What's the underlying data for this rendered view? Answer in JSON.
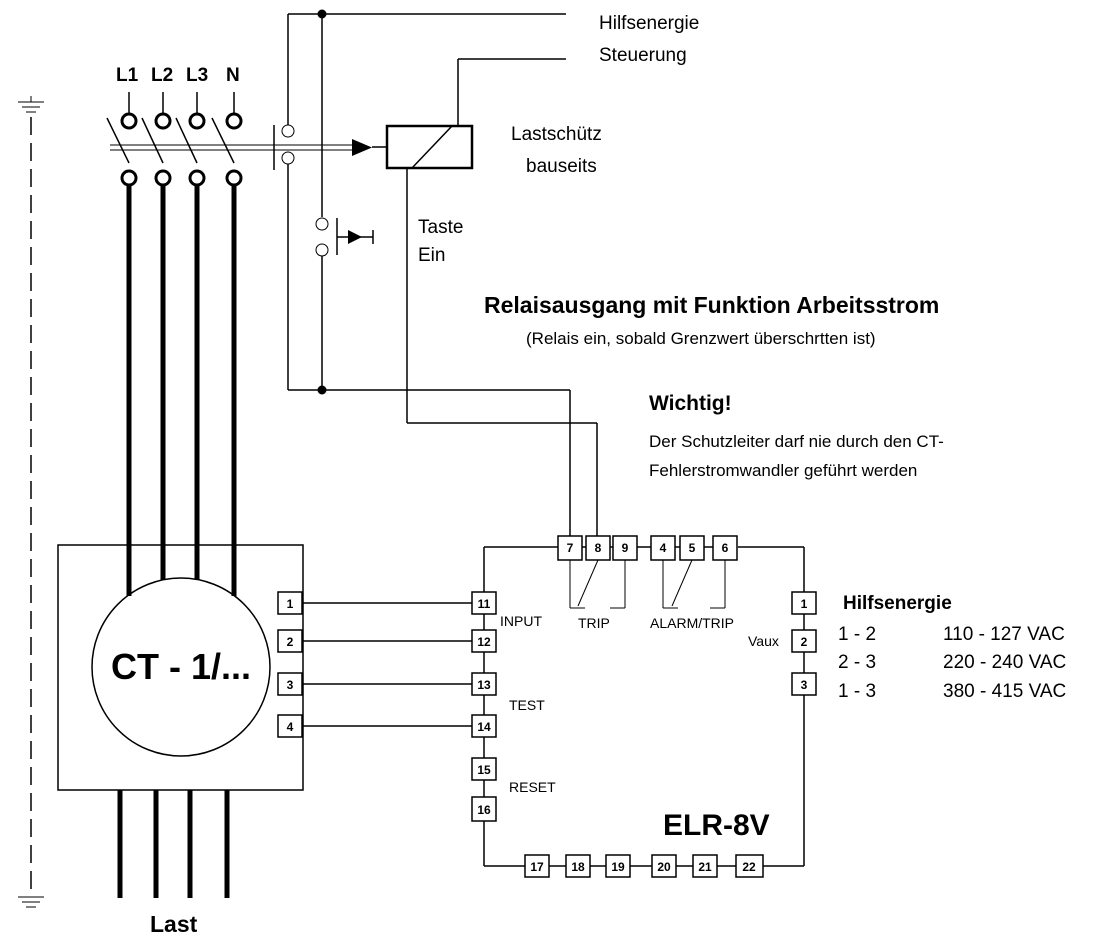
{
  "phases": {
    "l1": "L1",
    "l2": "L2",
    "l3": "L3",
    "n": "N"
  },
  "supply": {
    "hilfsenergie": "Hilfsenergie",
    "steuerung": "Steuerung"
  },
  "contactor": {
    "line1": "Lastschütz",
    "line2": "bauseits"
  },
  "button": {
    "line1": "Taste",
    "line2": "Ein"
  },
  "relay_note": {
    "title": "Relaisausgang mit Funktion Arbeitsstrom",
    "subtitle": "(Relais ein, sobald Grenzwert überschrtten ist)"
  },
  "important": {
    "title": "Wichtig!",
    "line1": "Der Schutzleiter darf nie durch den CT-",
    "line2": "Fehlerstromwandler geführt werden"
  },
  "ct": {
    "label": "CT - 1/...",
    "terminals": [
      "1",
      "2",
      "3",
      "4"
    ]
  },
  "device": {
    "name": "ELR-8V",
    "top_terminals": [
      "7",
      "8",
      "9",
      "4",
      "5",
      "6"
    ],
    "left_terminals": [
      "11",
      "12",
      "13",
      "14",
      "15",
      "16"
    ],
    "right_terminals": [
      "1",
      "2",
      "3"
    ],
    "bottom_terminals": [
      "17",
      "18",
      "19",
      "20",
      "21",
      "22"
    ],
    "labels": {
      "input": "INPUT",
      "test": "TEST",
      "reset": "RESET",
      "trip": "TRIP",
      "alarm_trip": "ALARM/TRIP",
      "vaux": "Vaux"
    }
  },
  "aux_power": {
    "title": "Hilfsenergie",
    "rows": [
      {
        "terminals": "1 - 2",
        "voltage": "110 - 127 VAC"
      },
      {
        "terminals": "2 - 3",
        "voltage": "220 - 240 VAC"
      },
      {
        "terminals": "1 - 3",
        "voltage": "380 - 415 VAC"
      }
    ]
  },
  "load": {
    "label": "Last"
  }
}
